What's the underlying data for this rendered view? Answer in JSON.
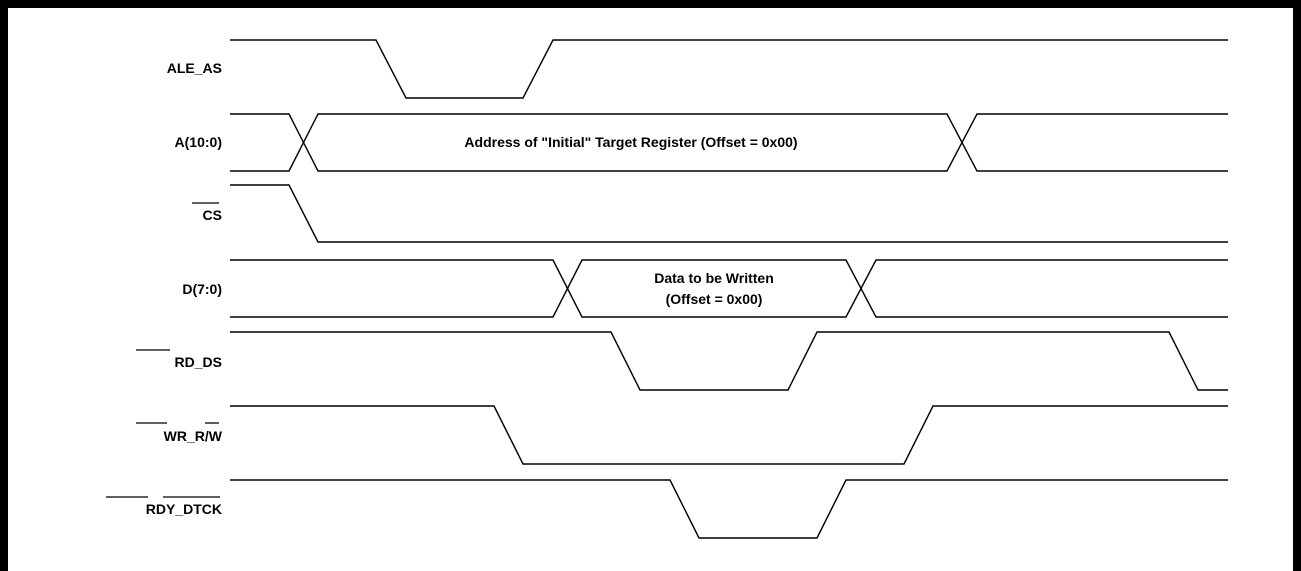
{
  "signals": [
    {
      "id": "ale",
      "label": "ALE_AS"
    },
    {
      "id": "addr",
      "label": "A(10:0)",
      "bus_text": [
        "Address of \"Initial\" Target Register (Offset = 0x00)"
      ]
    },
    {
      "id": "cs",
      "label": "CS",
      "active_low": "CS"
    },
    {
      "id": "data",
      "label": "D(7:0)",
      "bus_text": [
        "Data to be Written",
        "(Offset = 0x00)"
      ]
    },
    {
      "id": "rd",
      "label": "RD_DS",
      "active_low": "RD"
    },
    {
      "id": "wr",
      "label": "WR_R/W",
      "active_low": "WR, W"
    },
    {
      "id": "rdy",
      "label": "RDY_DTCK",
      "active_low": "RDY, DTCK"
    }
  ]
}
